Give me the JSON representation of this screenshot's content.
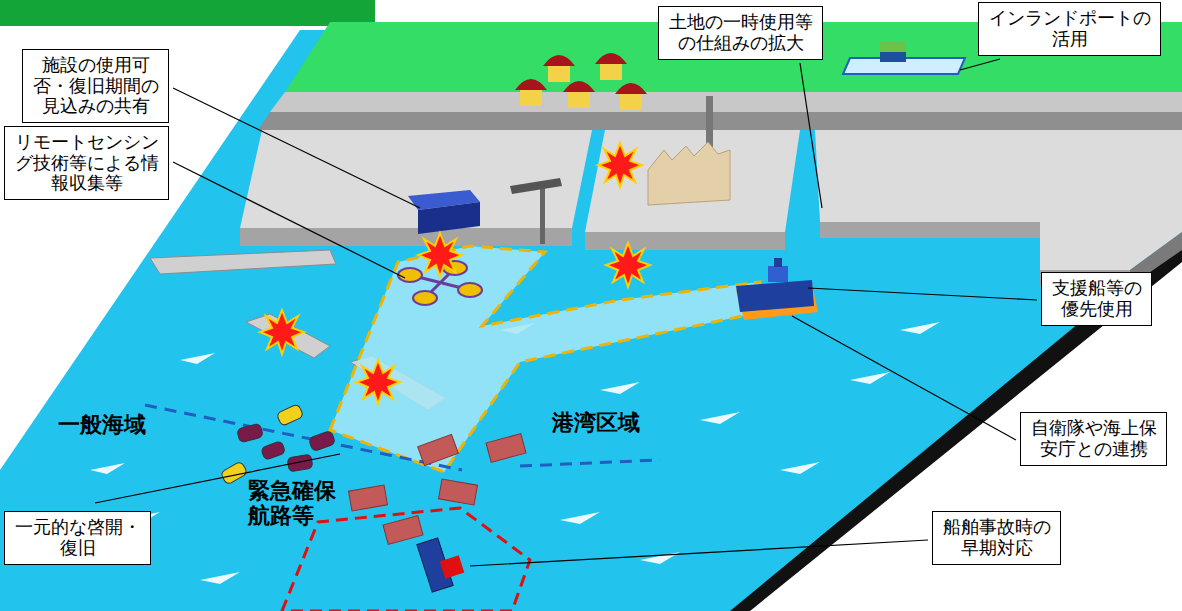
{
  "diagram": {
    "nodes": [
      {
        "text": [
          "インランドポートの活用"
        ]
      },
      {
        "text": [
          "土地の一時使用等の仕組みの拡大"
        ]
      },
      {
        "text": [
          "施設の使用可否・復旧期間の見込みの共有"
        ]
      },
      {
        "text": [
          "リモートセンシング技術等による情報収集等"
        ]
      },
      {
        "text": [
          "支援船等の優先使用"
        ]
      },
      {
        "text": [
          "自衛隊や海上保安庁との連携"
        ]
      },
      {
        "text": [
          "一元的な啓開・復旧"
        ]
      },
      {
        "text": [
          "船舶事故時の早期対応"
        ]
      }
    ],
    "labels": [
      "一般海域",
      "港湾区域",
      "緊急確保航路等"
    ]
  }
}
